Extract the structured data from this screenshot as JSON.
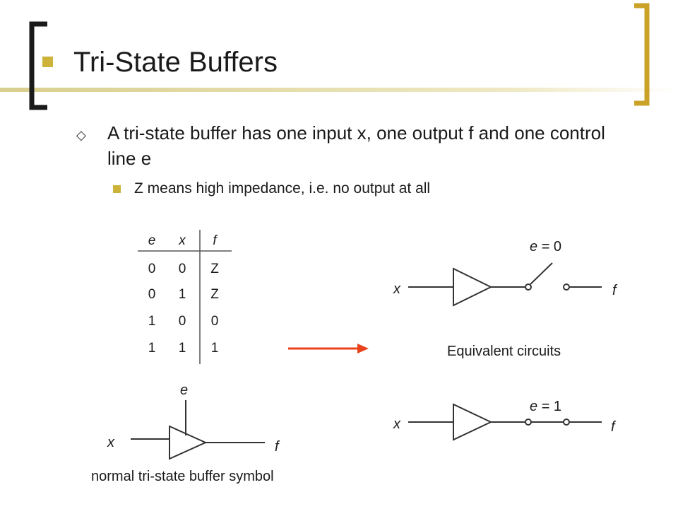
{
  "slide": {
    "title": "Tri-State Buffers",
    "bullet_level1": "A tri-state buffer has one input x, one output f and one control line e",
    "bullet_level2": "Z means high impedance, i.e. no output at all"
  },
  "truth_table": {
    "headers": [
      "e",
      "x",
      "f"
    ],
    "rows": [
      [
        "0",
        "0",
        "Z"
      ],
      [
        "0",
        "1",
        "Z"
      ],
      [
        "1",
        "0",
        "0"
      ],
      [
        "1",
        "1",
        "1"
      ]
    ]
  },
  "symbol": {
    "enable_label": "e",
    "input_label": "x",
    "output_label": "f",
    "caption": "normal tri-state buffer symbol"
  },
  "circuit_disabled": {
    "enable_label": "e",
    "enable_value": "= 0",
    "input_label": "x",
    "output_label": "f"
  },
  "circuit_enabled": {
    "enable_label": "e",
    "enable_value": "= 1",
    "input_label": "x",
    "output_label": "f"
  },
  "equivalent_caption": "Equivalent circuits",
  "colors": {
    "accent_gold": "#cdb33a",
    "bracket_dark": "#1a1a1a",
    "bracket_gold": "#c9a227",
    "arrow_red": "#e8431c"
  }
}
